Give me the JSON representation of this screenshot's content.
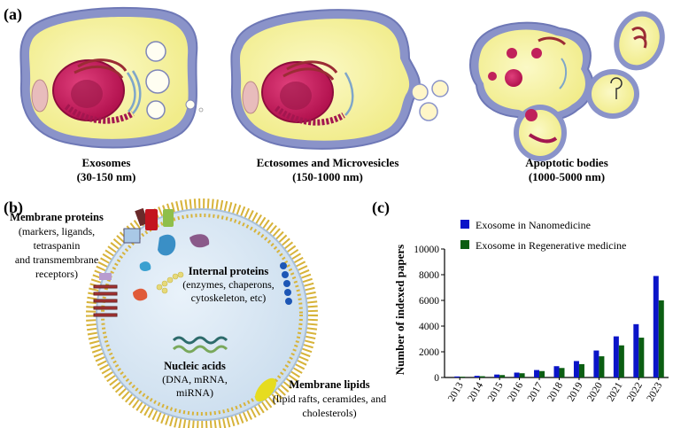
{
  "panel_a": {
    "label": "(a)",
    "cells": [
      {
        "name": "Exosomes",
        "size": "(30-150 nm)"
      },
      {
        "name": "Ectosomes and Microvesicles",
        "size": "(150-1000 nm)"
      },
      {
        "name": "Apoptotic bodies",
        "size": "(1000-5000 nm)"
      }
    ]
  },
  "panel_b": {
    "label": "(b)",
    "membrane_proteins": {
      "title": "Membrane proteins",
      "lines": [
        "(markers, ligands,",
        "tetraspanin",
        "and transmembrane",
        "receptors)"
      ]
    },
    "internal_proteins": {
      "title": "Internal proteins",
      "lines": [
        "(enzymes, chaperons,",
        "cytoskeleton, etc)"
      ]
    },
    "nucleic_acids": {
      "title": "Nucleic acids",
      "lines": [
        "(DNA, mRNA,",
        "miRNA)"
      ]
    },
    "membrane_lipids": {
      "title": "Membrane lipids",
      "lines": [
        "(lipid rafts, ceramides, and",
        "cholesterols)"
      ]
    }
  },
  "panel_c": {
    "label": "(c)"
  },
  "chart_data": {
    "type": "bar",
    "title": "",
    "xlabel": "",
    "ylabel": "Number of indexed papers",
    "categories": [
      "2013",
      "2014",
      "2015",
      "2016",
      "2017",
      "2018",
      "2019",
      "2020",
      "2021",
      "2022",
      "2023"
    ],
    "series": [
      {
        "name": "Exosome in Nanomedicine",
        "color": "#0a14c8",
        "values": [
          80,
          130,
          230,
          380,
          580,
          880,
          1280,
          2100,
          3200,
          4150,
          7900
        ]
      },
      {
        "name": "Exosome in Regenerative medicine",
        "color": "#0b5e12",
        "values": [
          60,
          100,
          190,
          330,
          500,
          740,
          1040,
          1650,
          2500,
          3100,
          6000
        ]
      }
    ],
    "ylim": [
      0,
      10000
    ],
    "yticks": [
      "0",
      "2000",
      "4000",
      "6000",
      "8000",
      "10000"
    ],
    "grid": false,
    "legend": "top-left"
  }
}
